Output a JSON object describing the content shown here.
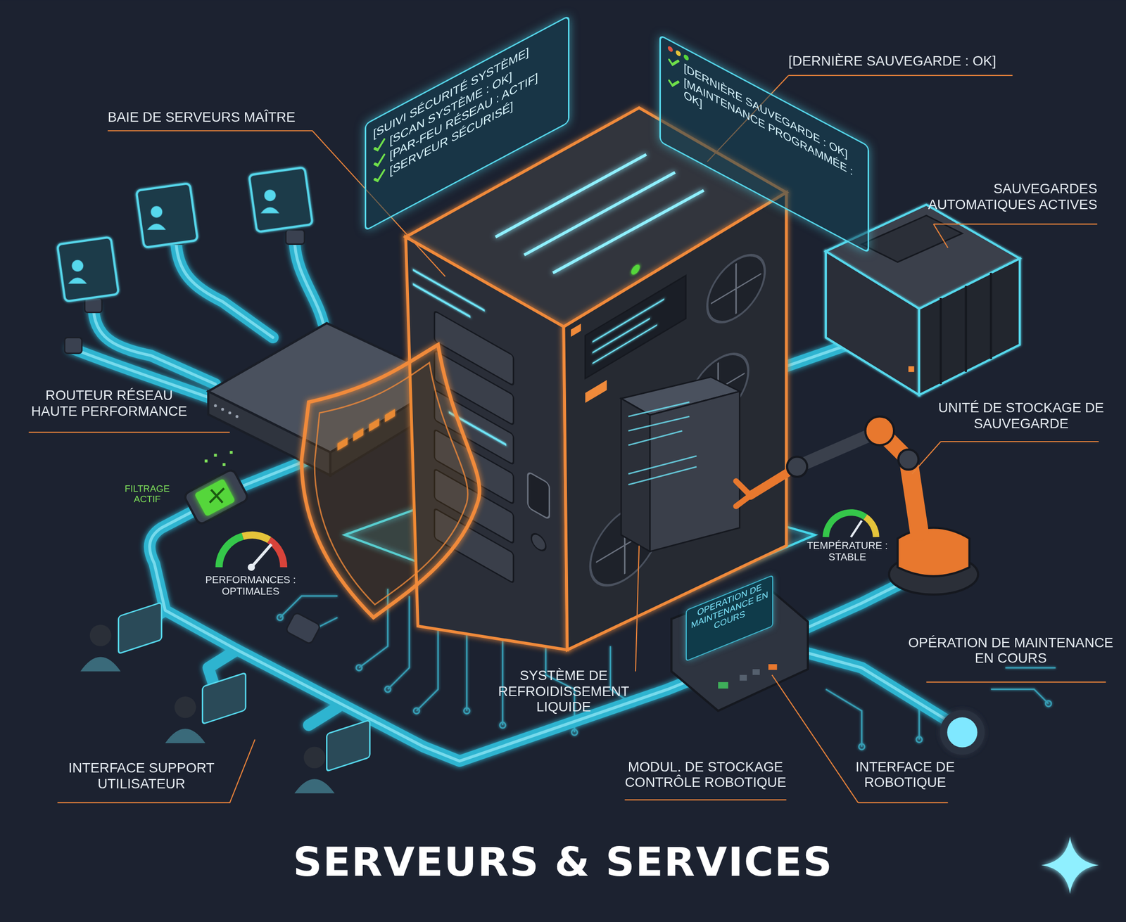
{
  "diagram": {
    "title": "SERVEURS & SERVICES",
    "nodes": [
      {
        "text": [
          "[SUIVI SÉCURITÉ SYSTÈME]",
          "[SCAN SYSTÈME : OK]",
          "[PAR-FEU RÉSEAU : ACTIF]",
          "[SERVEUR SÉCURISÉ]"
        ]
      },
      {
        "text": [
          "[DERNIÈRE SAUVEGARDE : OK]",
          "[MAINTENANCE PROGRAMMÉE : OK]"
        ]
      },
      {
        "text": [
          "OPERATION DE MAINTENANCE EN COURS"
        ]
      }
    ],
    "labels": [
      "[DERNIÈRE SAUVEGARDE : OK]",
      "BAIE DE SERVEURS MAÎTRE",
      "SAUVEGARDES AUTOMATIQUES ACTIVES",
      "ROUTEUR RÉSEAU HAUTE PERFORMANCE",
      "UNITÉ DE STOCKAGE DE SAUVEGARDE",
      "FILTRAGE ACTIF",
      "PERFORMANCES : OPTIMALES",
      "TEMPÉRATURE : STABLE",
      "OPÉRATION DE MAINTENANCE EN COURS",
      "SYSTÈME DE REFROIDISSEMENT LIQUIDE",
      "INTERFACE SUPPORT UTILISATEUR",
      "MODUL. DE STOCKAGE CONTRÔLE ROBOTIQUE",
      "INTERFACE DE ROBOTIQUE"
    ]
  }
}
